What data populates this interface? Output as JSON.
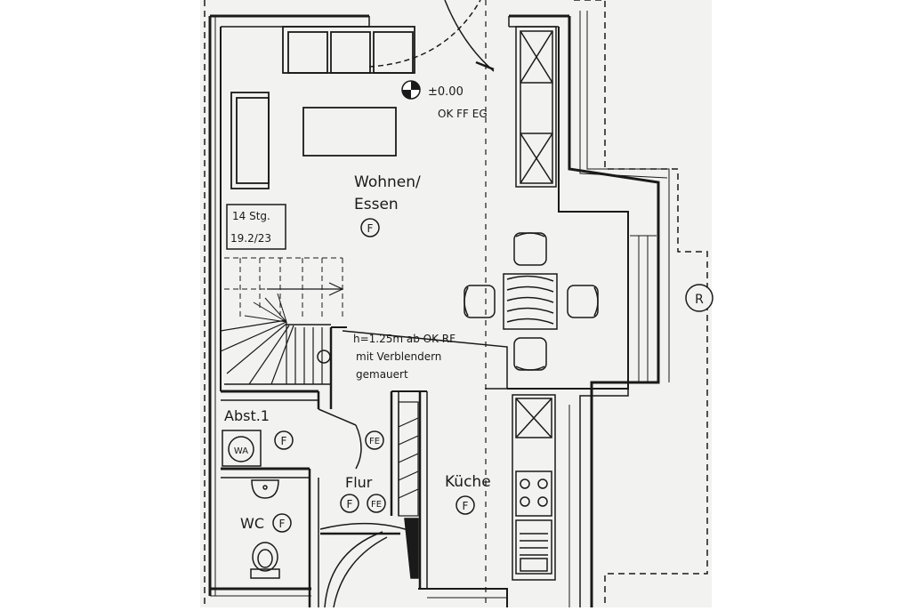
{
  "colors": {
    "paper": "#ffffff",
    "sheet": "#f2f2f0",
    "line": "#1a1a1a",
    "wall_fill": "#ffffff"
  },
  "level": {
    "value": "±0.00",
    "reference": "OK FF EG"
  },
  "rooms": {
    "living": {
      "name_line1": "Wohnen/",
      "name_line2": "Essen",
      "marker": "F"
    },
    "storage": {
      "name": "Abst.1",
      "marker": "F",
      "appliance": "WA"
    },
    "hall": {
      "name": "Flur",
      "marker1": "F",
      "marker2": "FE"
    },
    "hall_extra_marker": "FE",
    "kitchen": {
      "name": "Küche",
      "marker": "F"
    },
    "wc": {
      "name": "WC",
      "marker": "F"
    }
  },
  "stairs": {
    "steps": "14 Stg.",
    "ratio": "19.2/23"
  },
  "wall_note": {
    "line1": "h=1.25m ab OK RF",
    "line2": "mit Verblendern",
    "line3": "gemauert"
  },
  "outside_marker": "R"
}
